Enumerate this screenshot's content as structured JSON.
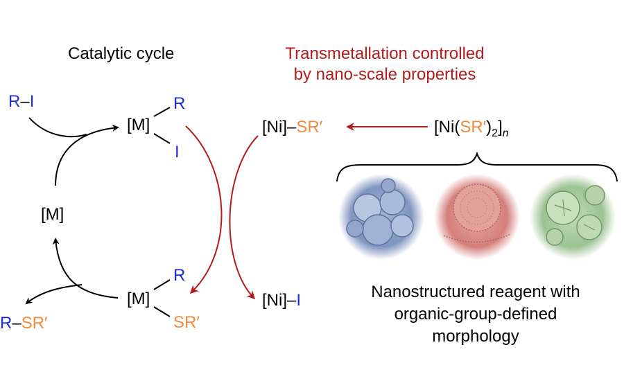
{
  "labels": {
    "cycle_title": "Catalytic cycle",
    "trans_line1": "Transmetallation controlled",
    "trans_line2": "by nano-scale properties",
    "caption_line1": "Nanostructured reagent with",
    "caption_line2": "organic-group-defined",
    "caption_line3": "morphology"
  },
  "chem": {
    "R": "R",
    "I": "I",
    "M": "[M]",
    "SR": "SR′",
    "Ni": "[Ni]",
    "dash": "–",
    "ni_poly_open": "[Ni(",
    "ni_poly_close": ")",
    "sub2": "2",
    "bracket_close": "]",
    "sub_n": "n"
  },
  "colors": {
    "blue": "#1f2bd6",
    "orange": "#f28a3c",
    "red": "#b41c1c",
    "black": "#000000",
    "sphere_blue": "#8aa0c8",
    "sphere_red": "#d88a86",
    "sphere_green": "#a8c9a0"
  }
}
